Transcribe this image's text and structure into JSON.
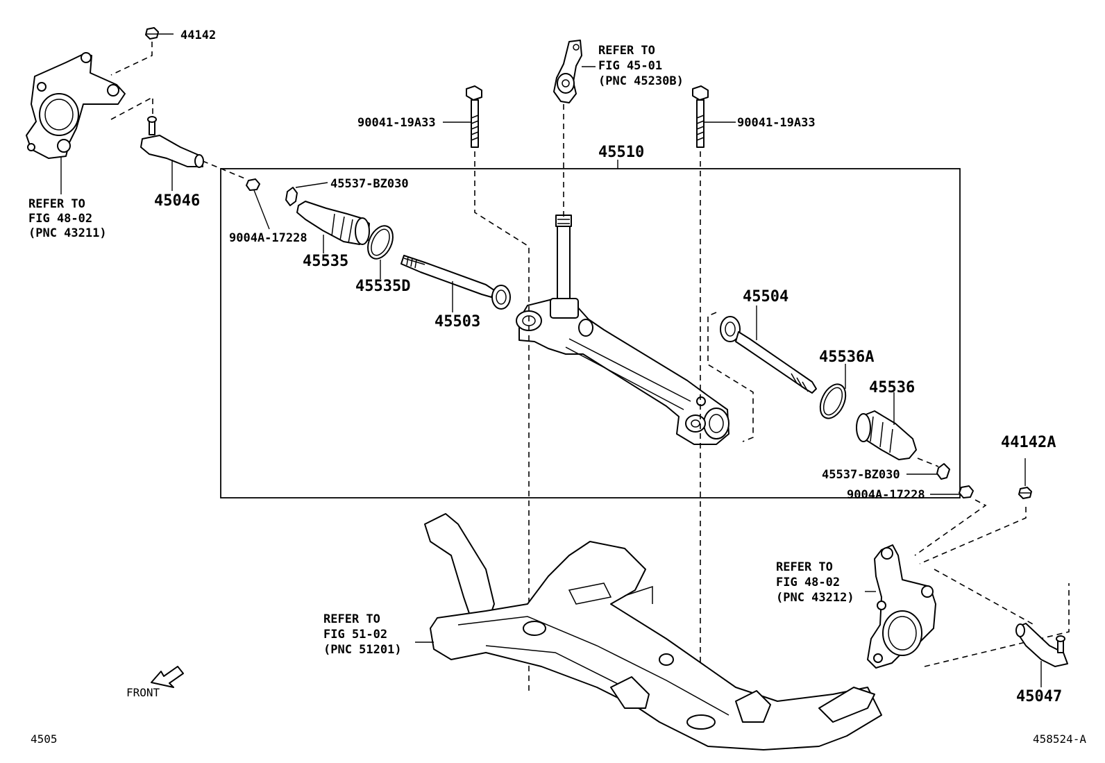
{
  "labels": {
    "p44142": "44142",
    "p44142a": "44142A",
    "p45046": "45046",
    "p45047": "45047",
    "p45510": "45510",
    "p45503": "45503",
    "p45504": "45504",
    "p45535": "45535",
    "p45535d": "45535D",
    "p45536": "45536",
    "p45536a": "45536A",
    "bolt_left": "90041-19A33",
    "bolt_right": "90041-19A33",
    "clamp_left": "45537-BZ030",
    "clamp_right": "45537-BZ030",
    "nut_left": "9004A-17228",
    "nut_right": "9004A-17228",
    "front": "FRONT",
    "page_code": "4505",
    "diagram_id": "458524-A"
  },
  "references": {
    "knuckle_left": {
      "line1": "REFER TO",
      "line2": "FIG 48-02",
      "line3": "(PNC 43211)"
    },
    "knuckle_right": {
      "line1": "REFER TO",
      "line2": "FIG 48-02",
      "line3": "(PNC 43212)"
    },
    "steering_shaft": {
      "line1": "REFER TO",
      "line2": "FIG 45-01",
      "line3": "(PNC 45230B)"
    },
    "crossmember": {
      "line1": "REFER TO",
      "line2": "FIG 51-02",
      "line3": "(PNC 51201)"
    }
  }
}
